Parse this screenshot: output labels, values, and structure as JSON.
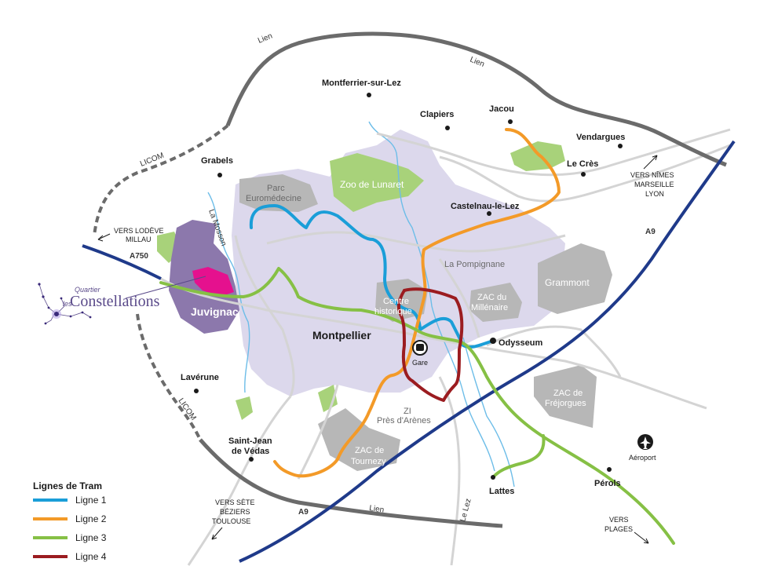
{
  "colors": {
    "urban": "#dcd8ec",
    "zone": "#b7b7b7",
    "green": "#a8d27a",
    "juvignac": "#8c78ac",
    "constellations": "#e5118e",
    "ligne1": "#1a9ed8",
    "ligne2": "#f39a28",
    "ligne3": "#86c045",
    "ligne4": "#9b1c20",
    "highway": "#1f3a8a",
    "road": "#d4d4d4",
    "lien": "#6b6b6b",
    "river": "#6dbde8"
  },
  "towns": {
    "montferrier": "Montferrier-sur-Lez",
    "clapiers": "Clapiers",
    "jacou": "Jacou",
    "vendargues": "Vendargues",
    "le_cres": "Le Crès",
    "grabels": "Grabels",
    "castelnau": "Castelnau-le-Lez",
    "montpellier": "Montpellier",
    "juvignac": "Juvignac",
    "laverune": "Lavérune",
    "saint_jean_1": "Saint-Jean",
    "saint_jean_2": "de Védas",
    "lattes": "Lattes",
    "perols": "Pérols",
    "odysseum": "Odysseum",
    "gare": "Gare",
    "aeroport": "Aéroport"
  },
  "zones": {
    "parc_1": "Parc",
    "parc_2": "Euromédecine",
    "zoo": "Zoo de Lunaret",
    "pompignane": "La Pompignane",
    "centre_1": "Centre",
    "centre_2": "historique",
    "zac_mill_1": "ZAC du",
    "zac_mill_2": "Millénaire",
    "grammont": "Grammont",
    "zac_frej_1": "ZAC de",
    "zac_frej_2": "Fréjorgues",
    "zi_1": "ZI",
    "zi_2": "Près d'Arènes",
    "zac_tour_1": "ZAC de",
    "zac_tour_2": "Tournezy"
  },
  "roads": {
    "lien_1": "Lien",
    "lien_2": "Lien",
    "lien_3": "Lien",
    "licom_1": "LICOM",
    "licom_2": "LICOM",
    "a750": "A750",
    "a9_1": "A9",
    "a9_2": "A9",
    "la_mosson": "La Mosson",
    "le_lez": "Le Lez"
  },
  "directions": {
    "lodeve_1": "VERS LODÈVE",
    "lodeve_2": "MILLAU",
    "nimes_1": "VERS NÎMES",
    "nimes_2": "MARSEILLE",
    "nimes_3": "LYON",
    "sete_1": "VERS SÈTE",
    "sete_2": "BÉZIERS",
    "sete_3": "TOULOUSE",
    "plages_1": "VERS",
    "plages_2": "PLAGES"
  },
  "logo": {
    "quartier": "Quartier",
    "les": "les",
    "constellations": "Constellations"
  },
  "legend": {
    "title": "Lignes de Tram",
    "items": [
      "Ligne 1",
      "Ligne 2",
      "Ligne 3",
      "Ligne 4"
    ]
  }
}
